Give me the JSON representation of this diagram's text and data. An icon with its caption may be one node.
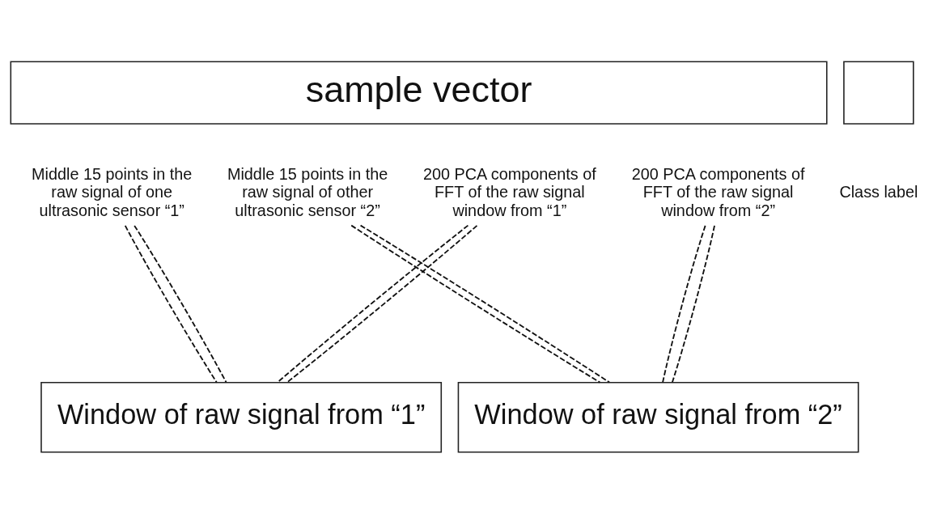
{
  "diagram": {
    "nodes": [
      {
        "text": [
          "sample vector"
        ]
      },
      {
        "text": [],
        "shape": "box"
      },
      {
        "text": [
          "Middle 15 points in the raw signal of one ultrasonic sensor “1”"
        ]
      },
      {
        "text": [
          "Middle 15 points in the raw signal of other ultrasonic sensor “2”"
        ]
      },
      {
        "text": [
          "200 PCA components of FFT of the raw signal window from “1”"
        ]
      },
      {
        "text": [
          "200 PCA components of FFT of the raw signal window from “2”"
        ]
      },
      {
        "text": [
          "Window of raw signal from “1”"
        ]
      },
      {
        "text": [
          "Window of raw signal from “2”"
        ]
      }
    ],
    "edges": [
      {
        "from": 2,
        "to": 6,
        "arrow": "none",
        "style": "dashed"
      },
      {
        "from": 2,
        "to": 6,
        "arrow": "none",
        "style": "dashed"
      },
      {
        "from": 3,
        "to": 7,
        "arrow": "none",
        "style": "dashed"
      },
      {
        "from": 4,
        "to": 6,
        "arrow": "none",
        "style": "dashed"
      },
      {
        "from": 3,
        "to": 7,
        "arrow": "none",
        "style": "dashed"
      },
      {
        "from": 4,
        "to": 6,
        "arrow": "none",
        "style": "dashed"
      },
      {
        "from": 5,
        "to": 7,
        "arrow": "none",
        "style": "dashed"
      },
      {
        "from": 5,
        "to": 7,
        "arrow": "none",
        "style": "dashed"
      }
    ],
    "labels": [
      "Class label"
    ]
  }
}
